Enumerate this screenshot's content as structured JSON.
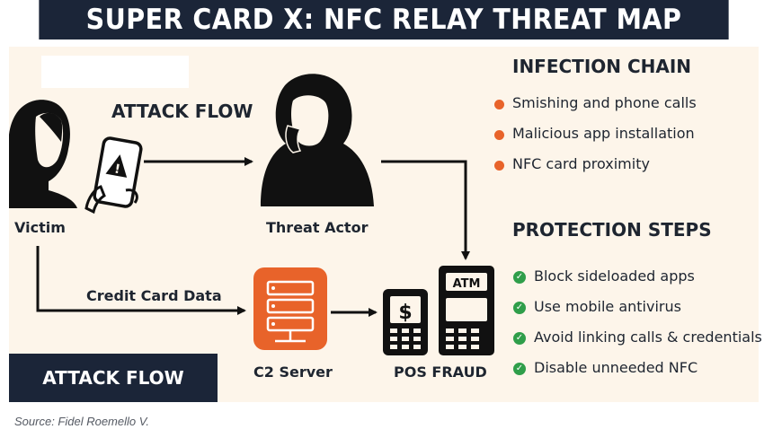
{
  "title": "SUPER CARD X: NFC RELAY THREAT MAP",
  "flow": {
    "heading": "ATTACK FLOW",
    "victim_label": "Victim",
    "actor_label": "Threat Actor",
    "data_label": "Credit Card Data",
    "server_label": "C2 Server",
    "fraud_label": "POS FRAUD",
    "atm_text": "ATM",
    "pos_symbol": "$",
    "warning_symbol": "!"
  },
  "infection": {
    "heading": "INFECTION CHAIN",
    "items": [
      "Smishing and phone calls",
      "Malicious app installation",
      "NFC card proximity"
    ]
  },
  "protection": {
    "heading": "PROTECTION STEPS",
    "items": [
      "Block sideloaded apps",
      "Use mobile antivirus",
      "Avoid linking calls & credentials",
      "Disable unneeded NFC"
    ]
  },
  "bottom_label": "ATTACK FLOW",
  "source": "Source: Fidel Roemello V.",
  "colors": {
    "navy": "#1b2538",
    "panel": "#fdf5ea",
    "orange": "#e8632a",
    "green": "#2f9e4a",
    "ink": "#111111"
  }
}
